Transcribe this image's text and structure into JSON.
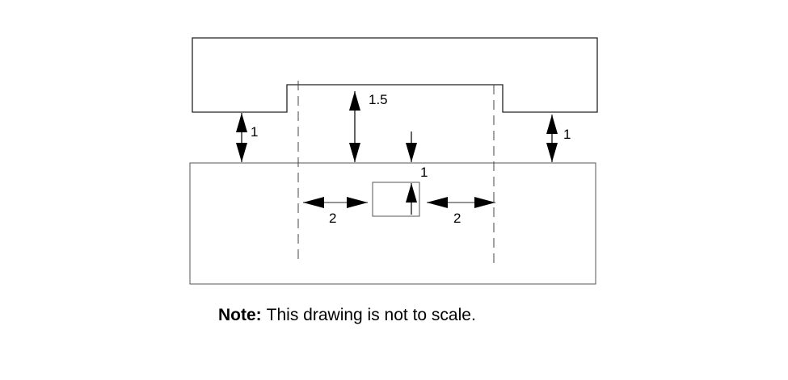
{
  "dimensions": {
    "left_gap": "1",
    "right_gap": "1",
    "center_gap": "1.5",
    "inner_depth": "1",
    "left_spacing": "2",
    "right_spacing": "2"
  },
  "note": {
    "label": "Note:",
    "text": "This drawing is not to scale."
  }
}
